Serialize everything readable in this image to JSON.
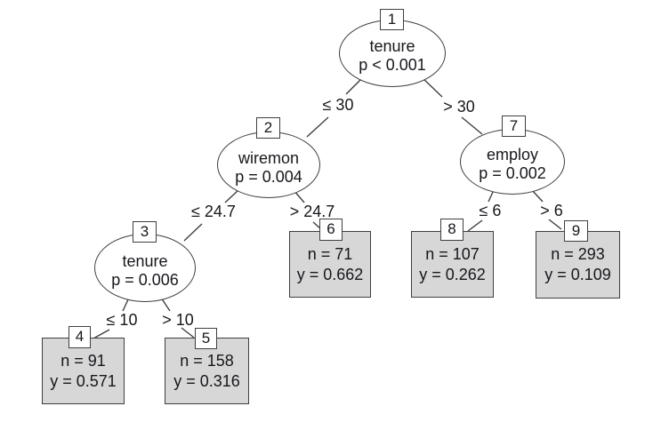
{
  "figure": {
    "kind": "conditional inference tree plot",
    "background_color": "#ffffff",
    "node_border_color": "#3f3f3f",
    "terminal_fill_color": "#d7d7d7",
    "text_color": "#17171c"
  },
  "tree": {
    "inner_nodes": [
      {
        "id": "1",
        "variable": "tenure",
        "p_label": "p < 0.001"
      },
      {
        "id": "2",
        "variable": "wiremon",
        "p_label": "p = 0.004"
      },
      {
        "id": "3",
        "variable": "tenure",
        "p_label": "p = 0.006"
      },
      {
        "id": "7",
        "variable": "employ",
        "p_label": "p = 0.002"
      }
    ],
    "terminal_nodes": [
      {
        "id": "4",
        "n_label": "n = 91",
        "y_label": "y = 0.571"
      },
      {
        "id": "5",
        "n_label": "n = 158",
        "y_label": "y = 0.316"
      },
      {
        "id": "6",
        "n_label": "n = 71",
        "y_label": "y = 0.662"
      },
      {
        "id": "8",
        "n_label": "n = 107",
        "y_label": "y = 0.262"
      },
      {
        "id": "9",
        "n_label": "n = 293",
        "y_label": "y = 0.109"
      }
    ],
    "edges": [
      {
        "from": "1",
        "to": "2",
        "label": "≤ 30"
      },
      {
        "from": "1",
        "to": "7",
        "label": "> 30"
      },
      {
        "from": "2",
        "to": "3",
        "label": "≤ 24.7"
      },
      {
        "from": "2",
        "to": "6",
        "label": "> 24.7"
      },
      {
        "from": "3",
        "to": "4",
        "label": "≤ 10"
      },
      {
        "from": "3",
        "to": "5",
        "label": "> 10"
      },
      {
        "from": "7",
        "to": "8",
        "label": "≤ 6"
      },
      {
        "from": "7",
        "to": "9",
        "label": "> 6"
      }
    ]
  }
}
